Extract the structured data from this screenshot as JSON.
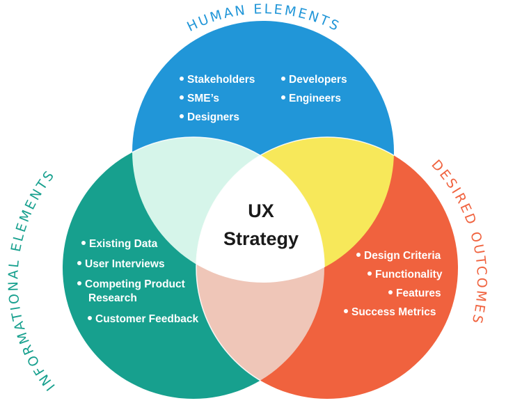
{
  "colors": {
    "human": "#2196d8",
    "informational": "#17a08e",
    "desired": "#f0623e",
    "human_informational": "#d6f5ea",
    "human_desired": "#f7e85a",
    "informational_desired": "#efc6b8",
    "center": "#ffffff",
    "human_label": "#2196d8",
    "informational_label": "#17a08e",
    "desired_label": "#f0623e"
  },
  "labels": {
    "human": "HUMAN ELEMENTS",
    "informational": "INFORMATIONAL ELEMENTS",
    "desired": "DESIRED OUTCOMES"
  },
  "center": {
    "line1": "UX",
    "line2": "Strategy"
  },
  "human_items_left": [
    "Stakeholders",
    "SME’s",
    "Designers"
  ],
  "human_items_right": [
    "Developers",
    "Engineers"
  ],
  "informational_items": [
    "Existing Data",
    "User Interviews",
    "Competing Product",
    "Research",
    "Customer Feedback"
  ],
  "desired_items": [
    "Design Criteria",
    "Functionality",
    "Features",
    "Success Metrics"
  ]
}
